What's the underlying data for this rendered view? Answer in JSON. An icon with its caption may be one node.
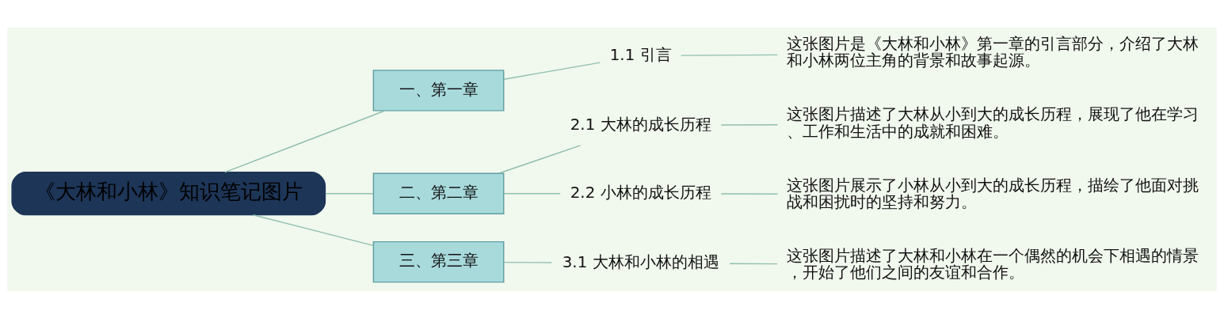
{
  "diagram": {
    "nodes": [
      {
        "text": [
          "《大林和小林》知识笔记图片"
        ]
      },
      {
        "text": [
          "一、第一章"
        ]
      },
      {
        "text": [
          "1.1 引言"
        ]
      },
      {
        "text": [
          "这张图片是《大林和小林》第一章的引言部分，介绍了大林和小林两位主角的背景和故事起源。"
        ]
      },
      {
        "text": [
          "二、第二章"
        ]
      },
      {
        "text": [
          "2.1 大林的成长历程"
        ]
      },
      {
        "text": [
          "这张图片描述了大林从小到大的成长历程，展现了他在学习、工作和生活中的成就和困难。"
        ]
      },
      {
        "text": [
          "2.2 小林的成长历程"
        ]
      },
      {
        "text": [
          "这张图片展示了小林从小到大的成长历程，描绘了他面对挑战和困扰时的坚持和努力。"
        ]
      },
      {
        "text": [
          "三、第三章"
        ]
      },
      {
        "text": [
          "3.1 大林和小林的相遇"
        ]
      },
      {
        "text": [
          "这张图片描述了大林和小林在一个偶然的机会下相遇的情景，开始了他们之间的友谊和合作。"
        ]
      }
    ],
    "edges": [
      {
        "from": 0,
        "to": 1,
        "arrow": "none"
      },
      {
        "from": 0,
        "to": 4,
        "arrow": "none"
      },
      {
        "from": 0,
        "to": 9,
        "arrow": "none"
      },
      {
        "from": 1,
        "to": 2,
        "arrow": "none"
      },
      {
        "from": 2,
        "to": 3,
        "arrow": "none"
      },
      {
        "from": 4,
        "to": 5,
        "arrow": "none"
      },
      {
        "from": 4,
        "to": 7,
        "arrow": "none"
      },
      {
        "from": 5,
        "to": 6,
        "arrow": "none"
      },
      {
        "from": 7,
        "to": 8,
        "arrow": "none"
      },
      {
        "from": 9,
        "to": 10,
        "arrow": "none"
      },
      {
        "from": 10,
        "to": 11,
        "arrow": "none"
      }
    ]
  }
}
